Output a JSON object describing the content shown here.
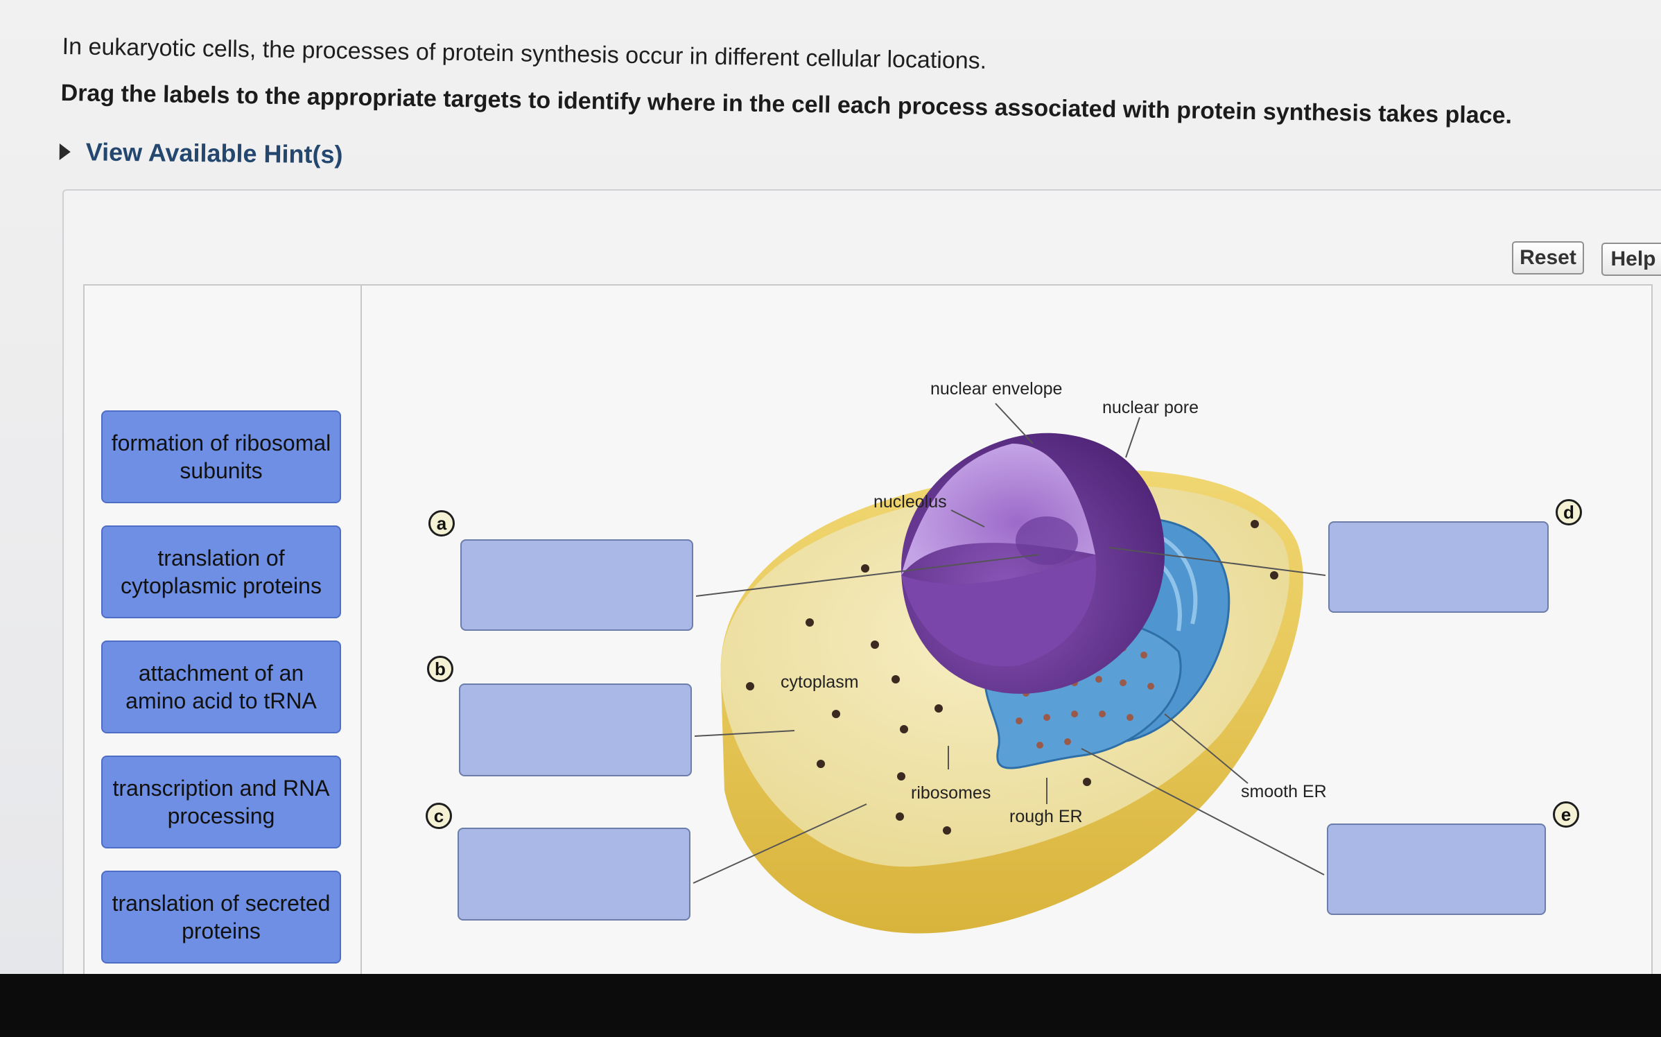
{
  "question": {
    "intro": "In eukaryotic cells, the processes of protein synthesis occur in different cellular locations.",
    "instruction": "Drag the labels to the appropriate targets to identify where in the cell each process associated with protein synthesis takes place.",
    "hints_link": "View Available Hint(s)"
  },
  "toolbar": {
    "reset_label": "Reset",
    "help_label": "Help"
  },
  "label_bank": [
    {
      "text": "formation of ribosomal subunits"
    },
    {
      "text": "translation of cytoplasmic proteins"
    },
    {
      "text": "attachment of an amino acid to tRNA"
    },
    {
      "text": "transcription and RNA processing"
    },
    {
      "text": "translation of secreted proteins"
    }
  ],
  "targets": [
    {
      "letter": "a"
    },
    {
      "letter": "b"
    },
    {
      "letter": "c"
    },
    {
      "letter": "d"
    },
    {
      "letter": "e"
    }
  ],
  "figure_labels": {
    "nuclear_envelope": "nuclear envelope",
    "nuclear_pore": "nuclear pore",
    "nucleolus": "nucleolus",
    "cytoplasm": "cytoplasm",
    "ribosomes": "ribosomes",
    "rough_er": "rough ER",
    "smooth_er": "smooth ER"
  },
  "colors": {
    "label_fill": "#6f8fe4",
    "drop_zone_fill": "#a9b8e6",
    "cytoplasm": "#efe3a8",
    "nucleus": "#6a3d9a",
    "er": "#5aa0d6"
  }
}
